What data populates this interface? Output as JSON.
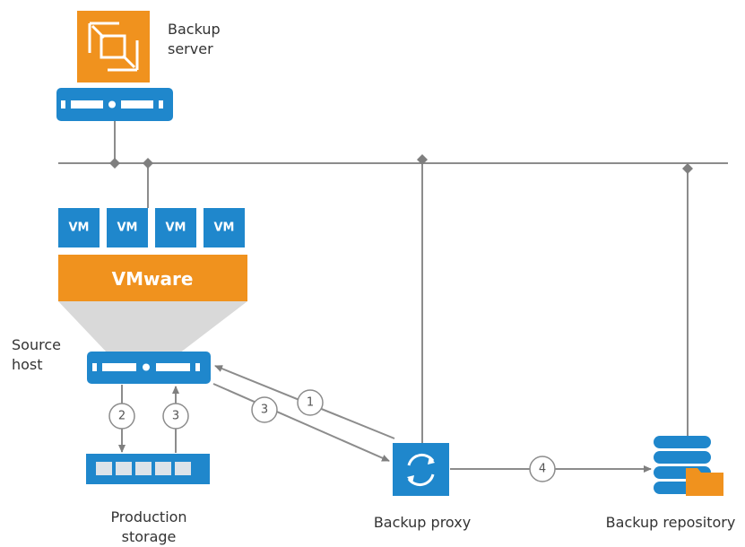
{
  "labels": {
    "backup_server_line1": "Backup",
    "backup_server_line2": "server",
    "source_host_line1": "Source",
    "source_host_line2": "host",
    "production_storage_line1": "Production",
    "production_storage_line2": "storage",
    "backup_proxy": "Backup proxy",
    "backup_repository": "Backup repository"
  },
  "vms": [
    "VM",
    "VM",
    "VM",
    "VM"
  ],
  "hypervisor": "VMware",
  "steps": {
    "step1": "1",
    "step2": "2",
    "step3_host": "3",
    "step3_storage": "3",
    "step4": "4"
  },
  "colors": {
    "orange": "#F0921E",
    "blue": "#1F87CC",
    "dark_blue": "#1A6FB0",
    "line": "#8C8C8C",
    "funnel": "#D9D9D9",
    "storage_grey": "#DDE3E9"
  }
}
